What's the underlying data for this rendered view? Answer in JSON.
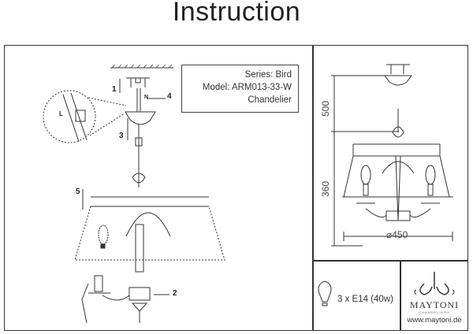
{
  "header": {
    "title": "Instruction"
  },
  "info": {
    "series": "Series: Bird",
    "model": "Model: ARM013-33-W",
    "type": "Chandelier"
  },
  "steps": {
    "s1": "1",
    "s2": "2",
    "s3": "3",
    "s4": "4",
    "s5": "5",
    "wire_l": "L",
    "wire_n": "N"
  },
  "dimensions": {
    "height_chain": "500",
    "height_body": "360",
    "diameter": "⌀450"
  },
  "lamp": {
    "spec": "3 x E14 (40w)",
    "icon": "bulb-icon"
  },
  "brand": {
    "name": "MAYTONI",
    "tagline": "CHANDELIERS",
    "url": "www.maytoni.de"
  }
}
